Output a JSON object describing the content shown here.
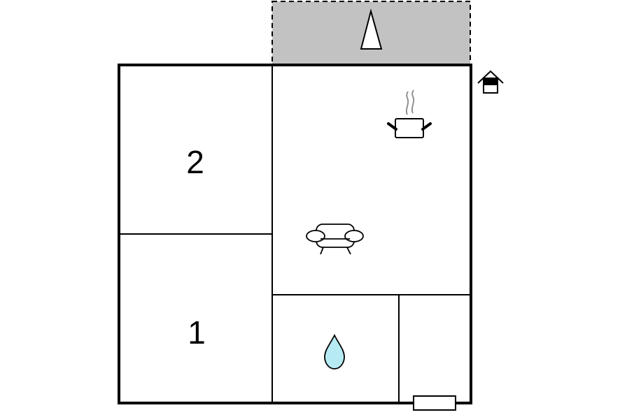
{
  "floorplan": {
    "rooms": [
      {
        "id": "bedroom-2",
        "label": "2"
      },
      {
        "id": "bedroom-1",
        "label": "1"
      },
      {
        "id": "living-kitchen",
        "label": ""
      },
      {
        "id": "bathroom",
        "label": ""
      },
      {
        "id": "hall",
        "label": ""
      }
    ],
    "icons": {
      "terrace": "compass-north-icon",
      "entrance": "entrance-house-icon",
      "kitchen": "cooking-pot-icon",
      "living": "sofa-icon",
      "bathroom": "water-drop-icon",
      "door": "entry-door-icon"
    },
    "colors": {
      "walls": "#000000",
      "terrace_fill": "#c2c2c2",
      "water_fill": "#b6ebf3",
      "steam": "#888888"
    }
  }
}
